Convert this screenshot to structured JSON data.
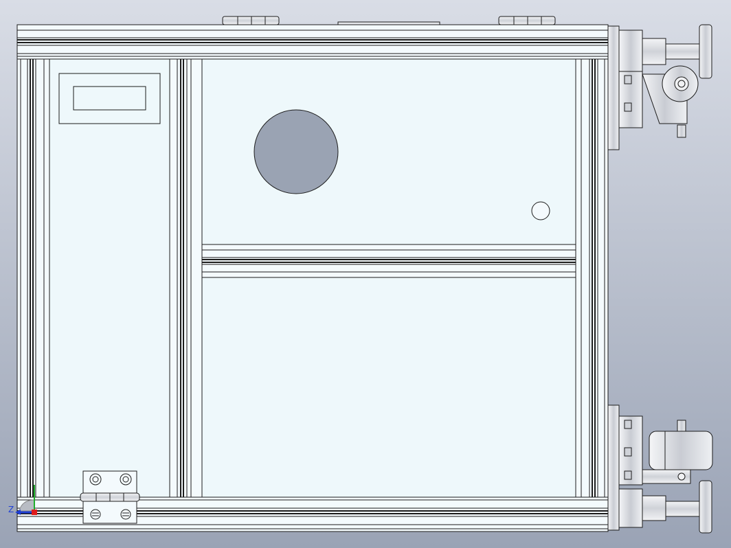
{
  "app": {
    "view": "cad-drawing-viewport",
    "background_top": "#d9dde6",
    "background_bottom": "#9aa3b5"
  },
  "colors": {
    "panel": "#eef8fb",
    "frame": "#f4fafd",
    "line": "#1b1b1b",
    "metal": "#e6e8ec",
    "metal_shadow": "#a7abb3",
    "hole": "#9aa3b3",
    "axis_x": "#e01b1b",
    "axis_y": "#1fae2b",
    "axis_z": "#1f3fd6"
  },
  "triad": {
    "z_label": "Z",
    "icon": "coordinate-triad-icon"
  },
  "parts": [
    {
      "name": "enclosure-frame"
    },
    {
      "name": "display-window"
    },
    {
      "name": "large-round-cutout"
    },
    {
      "name": "small-round-hole"
    },
    {
      "name": "horizontal-rail"
    },
    {
      "name": "door-hinge"
    },
    {
      "name": "top-hinge-left"
    },
    {
      "name": "top-hinge-right"
    },
    {
      "name": "caster-wheel-top"
    },
    {
      "name": "caster-wheel-bottom"
    }
  ]
}
